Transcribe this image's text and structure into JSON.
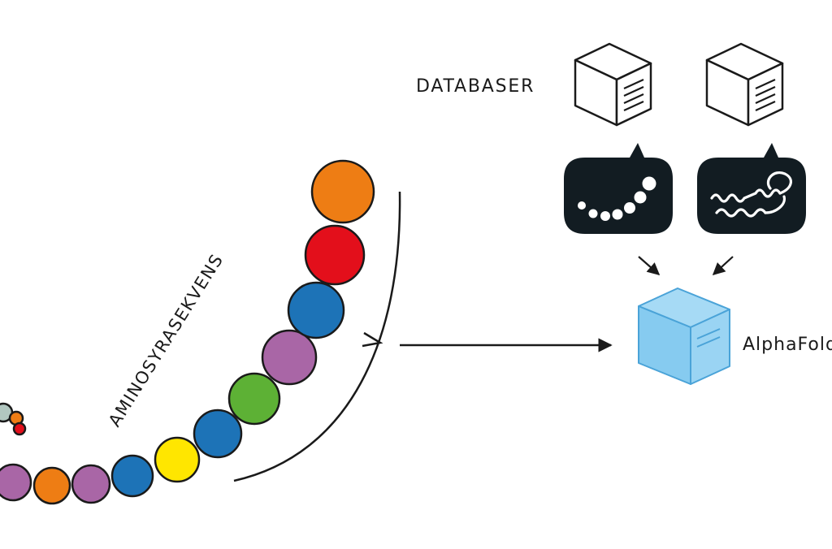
{
  "labels": {
    "databases": "DATABASER",
    "sequence": "AMINOSYRASEKVENS",
    "alphafold": "AlphaFold"
  },
  "colors": {
    "orange": "#ee7d14",
    "red": "#e30f1b",
    "blue": "#1d73b7",
    "purple": "#a966a6",
    "green": "#5db135",
    "yellow": "#ffe600",
    "grey": "#b1c7c0",
    "bubble": "#121c22",
    "alphafold_cube": "#86cbf0",
    "alphafold_cube_stroke": "#4aa3d8",
    "stroke": "#1a1a1a"
  },
  "icons": {
    "database_1": "database-cube-icon",
    "database_2": "database-cube-icon",
    "bubble_1": "sequence-beads-icon",
    "bubble_2": "protein-structure-icon",
    "alphafold": "alphafold-cube-icon"
  },
  "sequence_beads": [
    "purple",
    "orange",
    "purple",
    "blue",
    "yellow",
    "blue",
    "green",
    "purple",
    "blue",
    "red",
    "orange"
  ]
}
